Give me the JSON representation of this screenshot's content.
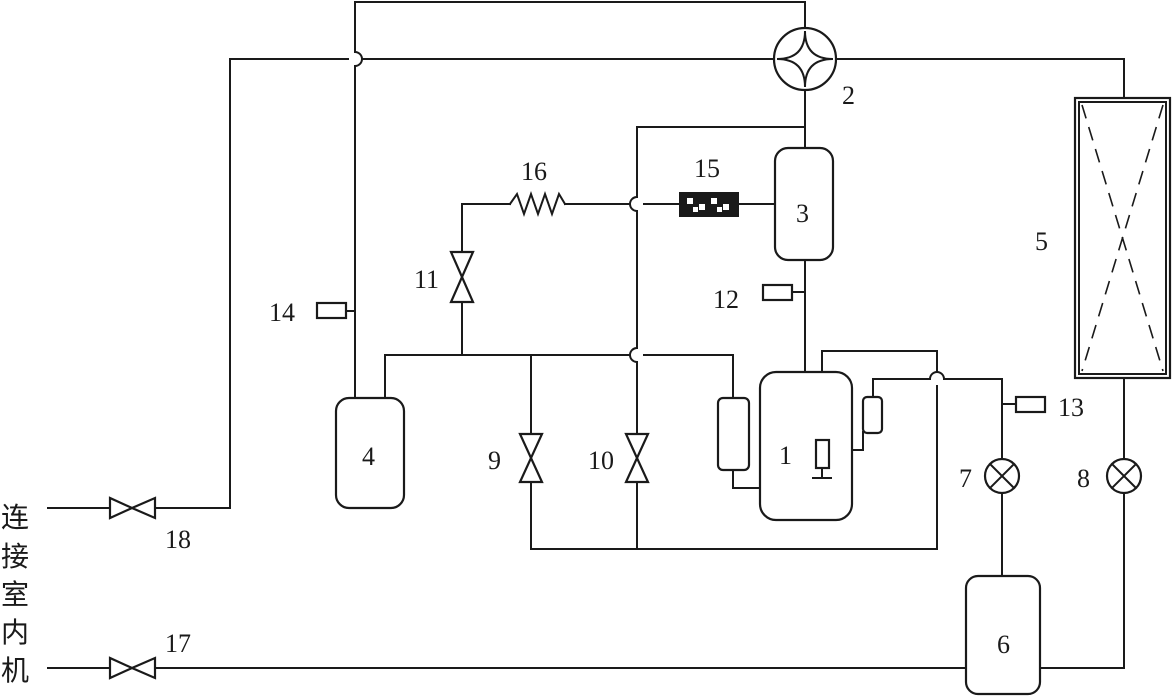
{
  "labels": {
    "n1": "1",
    "n2": "2",
    "n3": "3",
    "n4": "4",
    "n5": "5",
    "n6": "6",
    "n7": "7",
    "n8": "8",
    "n9": "9",
    "n10": "10",
    "n11": "11",
    "n12": "12",
    "n13": "13",
    "n14": "14",
    "n15": "15",
    "n16": "16",
    "n17": "17",
    "n18": "18"
  },
  "side_text": [
    "连",
    "接",
    "室",
    "内",
    "机"
  ]
}
